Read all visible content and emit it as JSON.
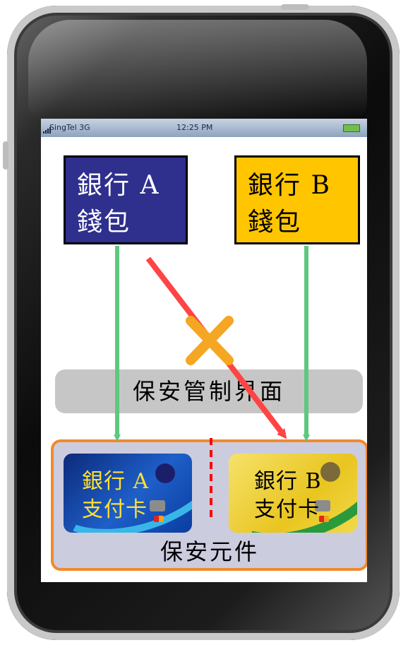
{
  "wallet_a": {
    "line1": "銀行 A",
    "line2": "錢包",
    "color": "#2f2f8e"
  },
  "wallet_b": {
    "line1": "銀行 B",
    "line2": "錢包",
    "color": "#ffc600"
  },
  "security_interface": {
    "label": "保安管制界面"
  },
  "secure_element": {
    "label": "保安元件",
    "border_color": "#f08a2c",
    "card_a": {
      "line1": "銀行 A",
      "line2": "支付卡"
    },
    "card_b": {
      "line1": "銀行 B",
      "line2": "支付卡"
    }
  },
  "status_bar": {
    "carrier": "SingTel 3G",
    "time": "12:25 PM"
  },
  "colors": {
    "allowed_arrow": "#5fc87f",
    "blocked_arrow": "#ff4444",
    "cross": "#f5a623",
    "divider": "#ff0000"
  },
  "icons": [
    "signal-icon",
    "battery-icon",
    "cross-icon",
    "card-chip-icon"
  ]
}
